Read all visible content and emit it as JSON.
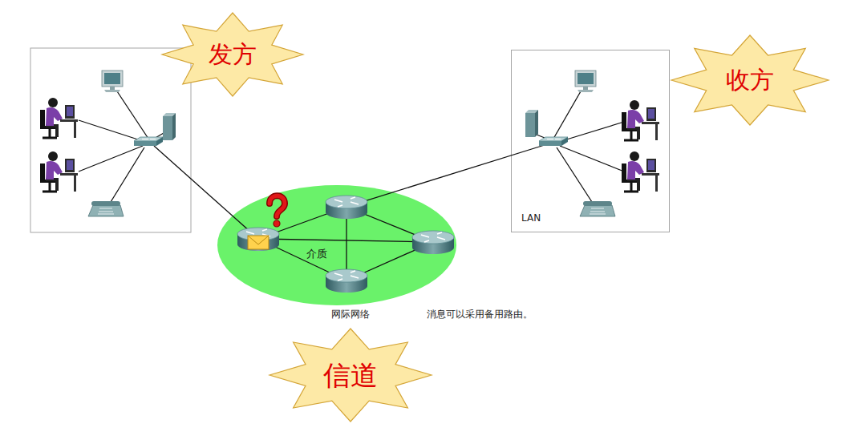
{
  "diagram": {
    "nodes": [
      {
        "text": [
          "发方"
        ]
      },
      {
        "text": [
          "LAN"
        ]
      },
      {
        "text": [
          "收方"
        ]
      },
      {
        "text": [
          "介质"
        ]
      },
      {
        "text": [
          "信道"
        ]
      }
    ],
    "labels": [
      "网际网络",
      "消息可以采用备用路由。"
    ]
  }
}
